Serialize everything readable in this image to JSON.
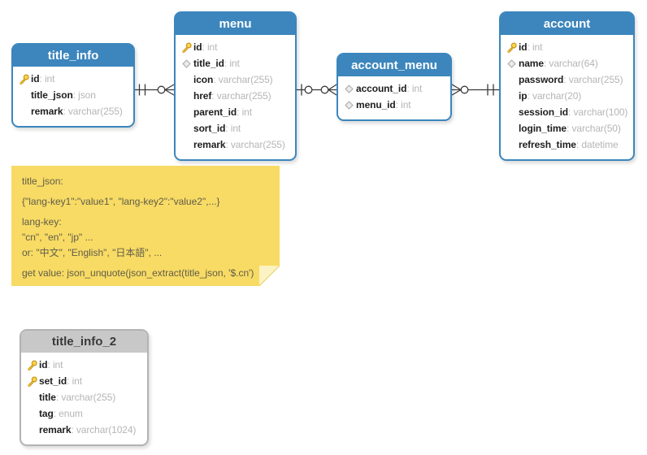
{
  "colors": {
    "table_header_blue": "#3c86bd",
    "table_header_gray": "#c8c8c8",
    "note_background": "#f8db64",
    "field_name_color": "#1e1e1e",
    "field_type_color": "#b5b5b5",
    "connector_color": "#3a3a3a",
    "key_icon_color": "#fdd44f",
    "diamond_icon_color": "#e0e0e0"
  },
  "tables": [
    {
      "id": "title_info",
      "name": "title_info",
      "theme": "blue",
      "columns": [
        {
          "icon": "key",
          "name": "id",
          "type": "int"
        },
        {
          "icon": "none",
          "name": "title_json",
          "type": "json"
        },
        {
          "icon": "none",
          "name": "remark",
          "type": "varchar(255)"
        }
      ]
    },
    {
      "id": "menu",
      "name": "menu",
      "theme": "blue",
      "columns": [
        {
          "icon": "key",
          "name": "id",
          "type": "int"
        },
        {
          "icon": "diamond",
          "name": "title_id",
          "type": "int"
        },
        {
          "icon": "none",
          "name": "icon",
          "type": "varchar(255)"
        },
        {
          "icon": "none",
          "name": "href",
          "type": "varchar(255)"
        },
        {
          "icon": "none",
          "name": "parent_id",
          "type": "int"
        },
        {
          "icon": "none",
          "name": "sort_id",
          "type": "int"
        },
        {
          "icon": "none",
          "name": "remark",
          "type": "varchar(255)"
        }
      ]
    },
    {
      "id": "account_menu",
      "name": "account_menu",
      "theme": "blue",
      "columns": [
        {
          "icon": "diamond",
          "name": "account_id",
          "type": "int"
        },
        {
          "icon": "diamond",
          "name": "menu_id",
          "type": "int"
        }
      ]
    },
    {
      "id": "account",
      "name": "account",
      "theme": "blue",
      "columns": [
        {
          "icon": "key",
          "name": "id",
          "type": "int"
        },
        {
          "icon": "diamond",
          "name": "name",
          "type": "varchar(64)"
        },
        {
          "icon": "none",
          "name": "password",
          "type": "varchar(255)"
        },
        {
          "icon": "none",
          "name": "ip",
          "type": "varchar(20)"
        },
        {
          "icon": "none",
          "name": "session_id",
          "type": "varchar(100)"
        },
        {
          "icon": "none",
          "name": "login_time",
          "type": "varchar(50)"
        },
        {
          "icon": "none",
          "name": "refresh_time",
          "type": "datetime"
        }
      ]
    },
    {
      "id": "title_info_2",
      "name": "title_info_2",
      "theme": "gray",
      "columns": [
        {
          "icon": "key",
          "name": "id",
          "type": "int"
        },
        {
          "icon": "key",
          "name": "set_id",
          "type": "int"
        },
        {
          "icon": "none",
          "name": "title",
          "type": "varchar(255)"
        },
        {
          "icon": "none",
          "name": "tag",
          "type": "enum"
        },
        {
          "icon": "none",
          "name": "remark",
          "type": "varchar(1024)"
        }
      ]
    }
  ],
  "relationships": [
    {
      "from": "title_info",
      "to": "menu",
      "from_cardinality": "one-and-only-one",
      "to_cardinality": "zero-or-many"
    },
    {
      "from": "menu",
      "to": "account_menu",
      "from_cardinality": "one-or-zero",
      "to_cardinality": "zero-or-many"
    },
    {
      "from": "account_menu",
      "to": "account",
      "from_cardinality": "zero-or-many",
      "to_cardinality": "one-and-only-one"
    }
  ],
  "note": {
    "lines": [
      "title_json:",
      "{\"lang-key1\":\"value1\", \"lang-key2\":\"value2\",...}",
      "lang-key:",
      "\"cn\", \"en\", \"jp\" ...",
      "or: \"中文\", \"English\", \"日本語\", ...",
      "get value: json_unquote(json_extract(title_json, '$.cn')"
    ]
  }
}
